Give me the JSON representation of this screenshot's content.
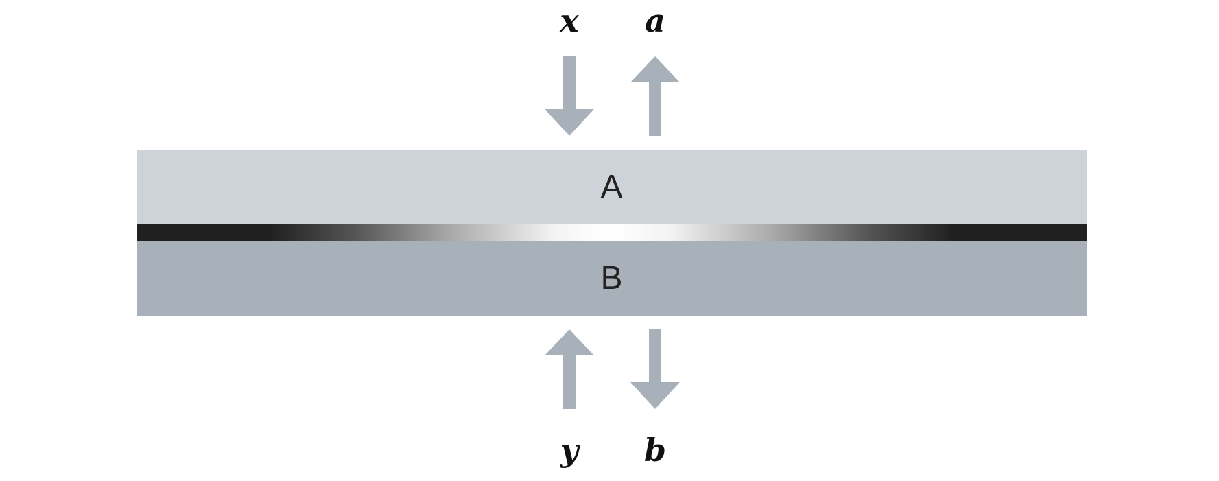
{
  "diagram": {
    "inputs": [
      {
        "label": "x",
        "direction": "down",
        "side": "top"
      },
      {
        "label": "y",
        "direction": "up",
        "side": "bottom"
      }
    ],
    "outputs": [
      {
        "label": "a",
        "direction": "up",
        "side": "top"
      },
      {
        "label": "b",
        "direction": "down",
        "side": "bottom"
      }
    ],
    "layers": {
      "top_label": "A",
      "bottom_label": "B"
    },
    "colors": {
      "arrow": "#a8b1b9",
      "layer_a": "#ced3da",
      "layer_b": "#a8b1b9",
      "interface_dark": "#202020",
      "interface_light": "#ffffff",
      "text": "#111111"
    }
  }
}
